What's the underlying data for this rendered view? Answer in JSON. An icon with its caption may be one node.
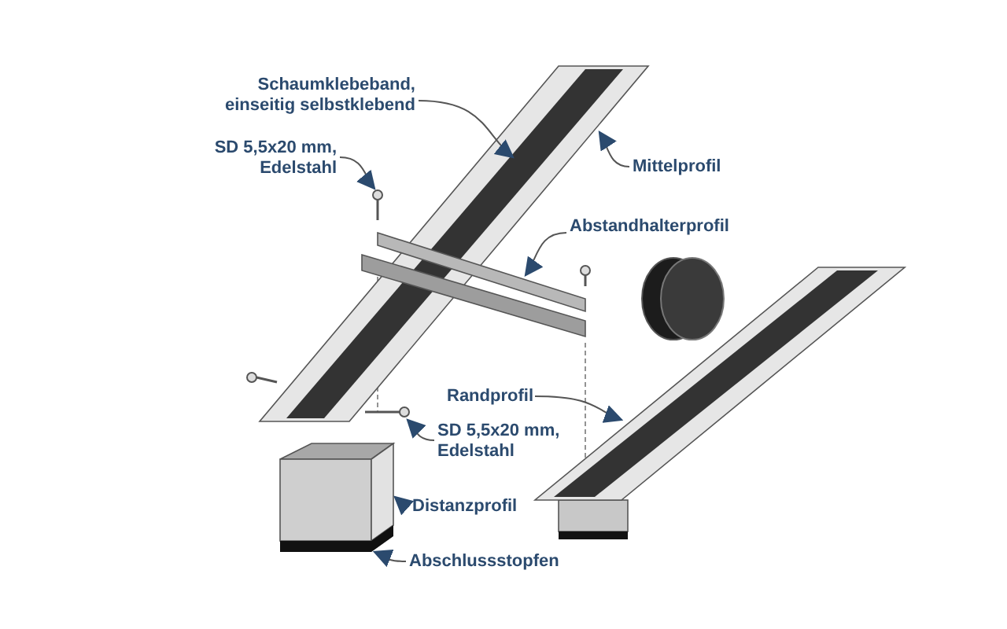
{
  "diagram": {
    "nodes": [
      {
        "text": [
          "Schaumklebeband, einseitig selbstklebend"
        ]
      },
      {
        "text": [
          "SD 5,5x20 mm, Edelstahl"
        ]
      },
      {
        "text": [
          "Mittelprofil"
        ]
      },
      {
        "text": [
          "Abstandhalterprofil"
        ]
      },
      {
        "text": [
          "Randprofil"
        ]
      },
      {
        "text": [
          "SD 5,5x20 mm, Edelstahl"
        ]
      },
      {
        "text": [
          "Distanzprofil"
        ]
      },
      {
        "text": [
          "Abschlussstopfen"
        ]
      },
      {
        "text": [],
        "shape": "bar",
        "in": 10
      },
      {
        "text": [],
        "shape": "picture"
      },
      {
        "text": [],
        "shape": "box"
      },
      {
        "text": [],
        "shape": "box"
      },
      {
        "text": [],
        "shape": "box"
      },
      {
        "text": [],
        "shape": "picture"
      },
      {
        "text": [],
        "shape": "box"
      },
      {
        "text": [],
        "shape": "bar"
      }
    ],
    "edges": [
      {
        "from": 0,
        "to": 8,
        "arrow": "to"
      },
      {
        "from": 1,
        "to": 9,
        "arrow": "to"
      },
      {
        "from": 2,
        "to": 10,
        "arrow": "to"
      },
      {
        "from": 3,
        "to": 11,
        "arrow": "to"
      },
      {
        "from": 4,
        "to": 12,
        "arrow": "to"
      },
      {
        "from": 5,
        "to": 13,
        "arrow": "to"
      },
      {
        "from": 6,
        "to": 14,
        "arrow": "to"
      },
      {
        "from": 7,
        "to": 15,
        "arrow": "to"
      }
    ]
  }
}
